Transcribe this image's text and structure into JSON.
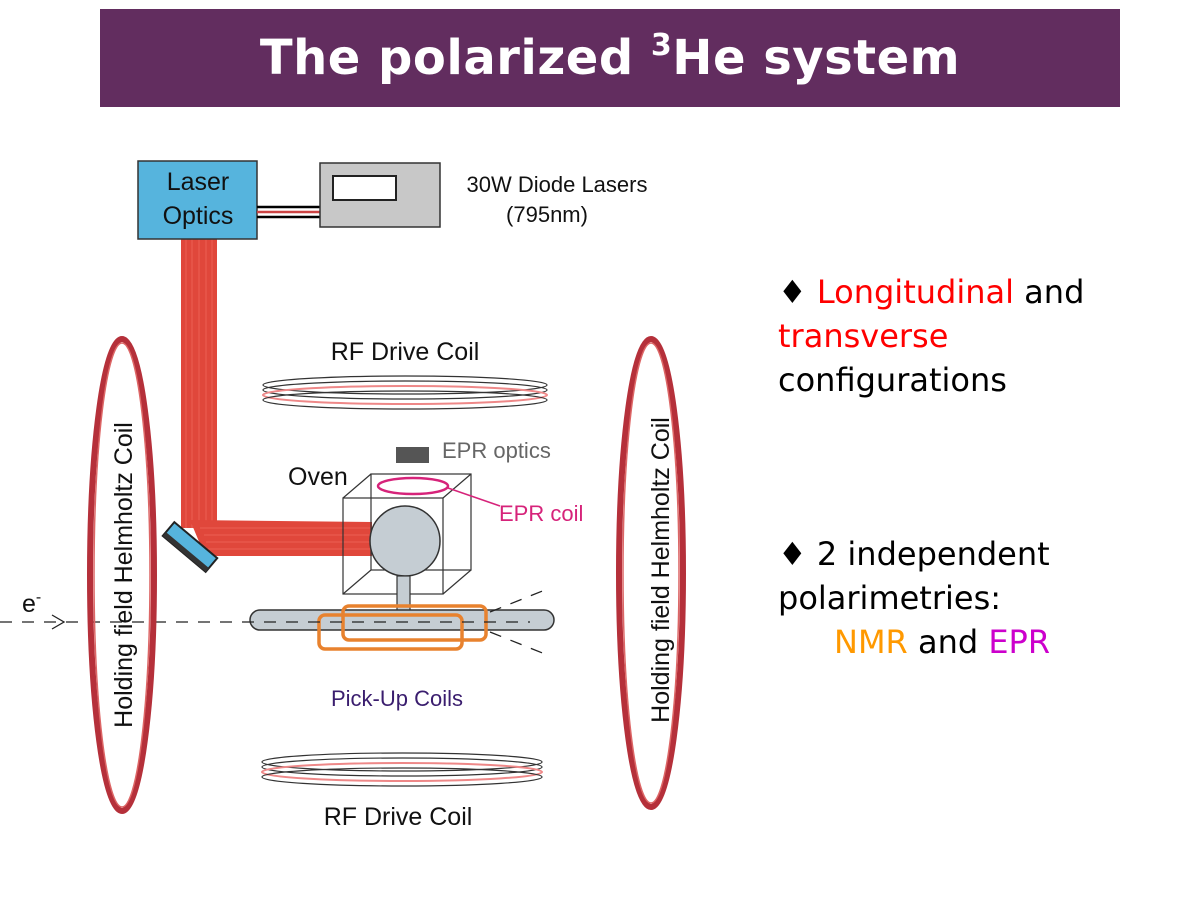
{
  "title": {
    "prefix": "The polarized ",
    "superscript": "3",
    "suffix": "He system"
  },
  "diagram": {
    "laser_optics": [
      "Laser",
      "Optics"
    ],
    "diode_lasers": [
      "30W Diode Lasers",
      "(795nm)"
    ],
    "rf_drive_coil_top": "RF Drive Coil",
    "rf_drive_coil_bottom": "RF Drive Coil",
    "epr_optics": "EPR optics",
    "oven": "Oven",
    "epr_coil": "EPR coil",
    "electron": "e",
    "electron_sup": "-",
    "pickup_coils": "Pick-Up Coils",
    "helmholtz_left": "Holding field Helmholtz Coil",
    "helmholtz_right": "Holding field Helmholtz Coil"
  },
  "bullets": {
    "first": {
      "diamond": "♦",
      "longitudinal": "Longitudinal",
      "and": "and",
      "transverse": "transverse",
      "configurations": "configurations"
    },
    "second": {
      "diamond": "♦",
      "text": "2 independent",
      "line2": "polarimetries:",
      "nmr": "NMR",
      "and": "and",
      "epr": "EPR"
    }
  },
  "colors": {
    "title_bg": "#622d5f",
    "laser_beam": "#e0473b",
    "optics_box": "#56b4dd",
    "helmholtz": "#b5303a",
    "pickup": "#e8822e",
    "epr_coil": "#d6237a",
    "longitudinal": "#ff0000",
    "nmr": "#ff9900",
    "epr": "#cc00cc"
  }
}
